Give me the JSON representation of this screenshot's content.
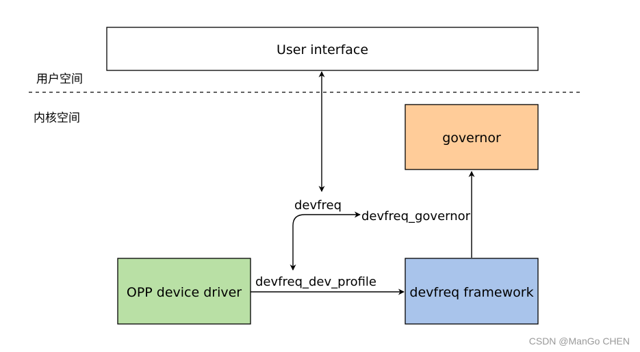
{
  "regions": {
    "user_space": "用户空间",
    "kernel_space": "内核空间"
  },
  "nodes": {
    "user_interface": {
      "label": "User interface",
      "fill": "#ffffff"
    },
    "governor": {
      "label": "governor",
      "fill": "#ffcc99"
    },
    "opp_driver": {
      "label": "OPP device driver",
      "fill": "#b9e0a5"
    },
    "devfreq_framework": {
      "label": "devfreq framework",
      "fill": "#a9c4eb"
    }
  },
  "edges": {
    "devfreq": "devfreq",
    "devfreq_governor": "devfreq_governor",
    "devfreq_dev_profile": "devfreq_dev_profile"
  },
  "watermark": "CSDN @ManGo CHEN"
}
